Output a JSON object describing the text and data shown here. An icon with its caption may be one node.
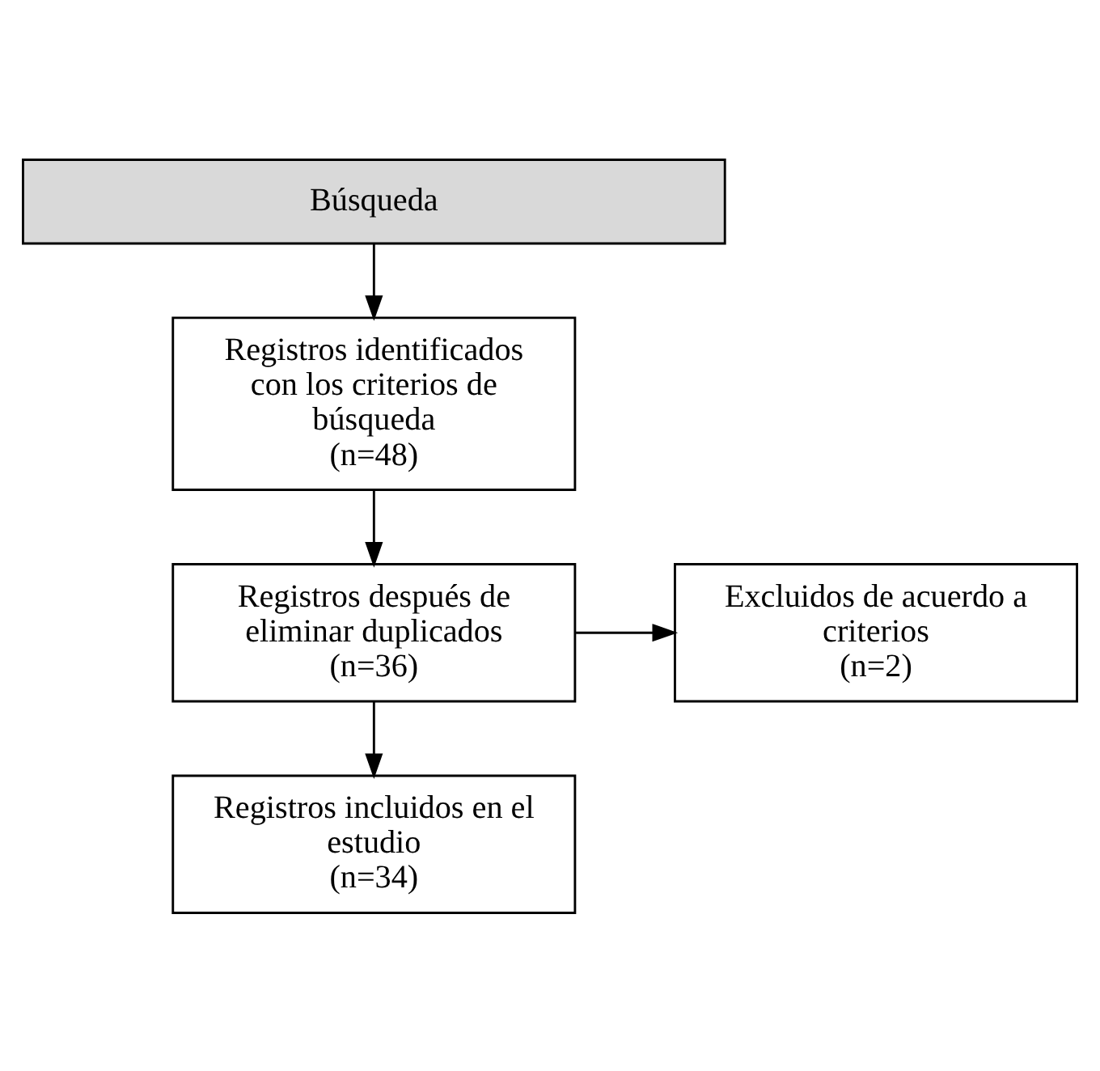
{
  "diagram": {
    "nodes": [
      {
        "text": [
          "Búsqueda"
        ]
      },
      {
        "text": [
          "Registros identificados con los criterios de búsqueda",
          "(n=48)"
        ]
      },
      {
        "text": [
          "Registros después de eliminar duplicados",
          "(n=36)"
        ]
      },
      {
        "text": [
          "Excluidos de acuerdo a criterios",
          "(n=2)"
        ]
      },
      {
        "text": [
          "Registros incluidos en el estudio",
          "(n=34)"
        ]
      }
    ],
    "edges": [
      {
        "from": 0,
        "to": 1,
        "arrow": "to"
      },
      {
        "from": 1,
        "to": 2,
        "arrow": "to"
      },
      {
        "from": 2,
        "to": 3,
        "arrow": "to"
      },
      {
        "from": 2,
        "to": 4,
        "arrow": "to"
      }
    ]
  }
}
